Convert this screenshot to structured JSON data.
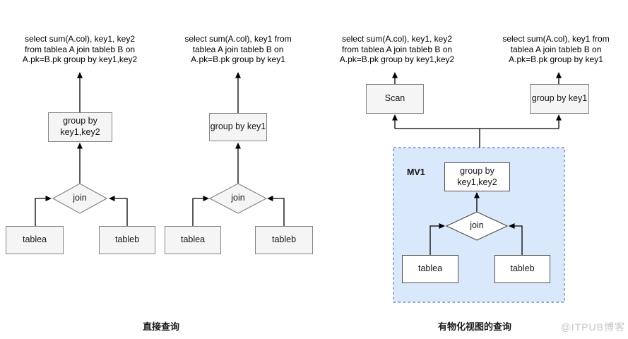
{
  "diagram": {
    "left_caption": "直接查询",
    "right_caption": "有物化视图的查询",
    "watermark": "@ITPUB博客",
    "colors": {
      "node_fill": "#f5f5f5",
      "node_border": "#848484",
      "mv_fill": "#dae8fc",
      "mv_border": "#6c8ebf",
      "line": "#000000",
      "watermark": "#c6c6c6"
    },
    "trees": {
      "t1": {
        "query_lines": [
          "select sum(A.col), key1, key2",
          "from tablea A join tableb B on",
          "A.pk=B.pk group by key1,key2"
        ],
        "group_lines": [
          "group by",
          "key1,key2"
        ],
        "join_label": "join",
        "tablea_label": "tablea",
        "tableb_label": "tableb"
      },
      "t2": {
        "query_lines": [
          "select sum(A.col), key1 from",
          "tablea A join tableb B on",
          "A.pk=B.pk group by key1"
        ],
        "group_label": "group by key1",
        "join_label": "join",
        "tablea_label": "tablea",
        "tableb_label": "tableb"
      },
      "t3": {
        "query_lines": [
          "select sum(A.col), key1, key2",
          "from tablea A join tableb B on",
          "A.pk=B.pk group by key1,key2"
        ],
        "scan_label": "Scan"
      },
      "t4": {
        "query_lines": [
          "select sum(A.col), key1 from",
          "tablea A join tableb B on",
          "A.pk=B.pk group by key1"
        ],
        "group_label": "group by key1"
      },
      "mv": {
        "label": "MV1",
        "group_lines": [
          "group by",
          "key1,key2"
        ],
        "join_label": "join",
        "tablea_label": "tablea",
        "tableb_label": "tableb"
      }
    }
  }
}
